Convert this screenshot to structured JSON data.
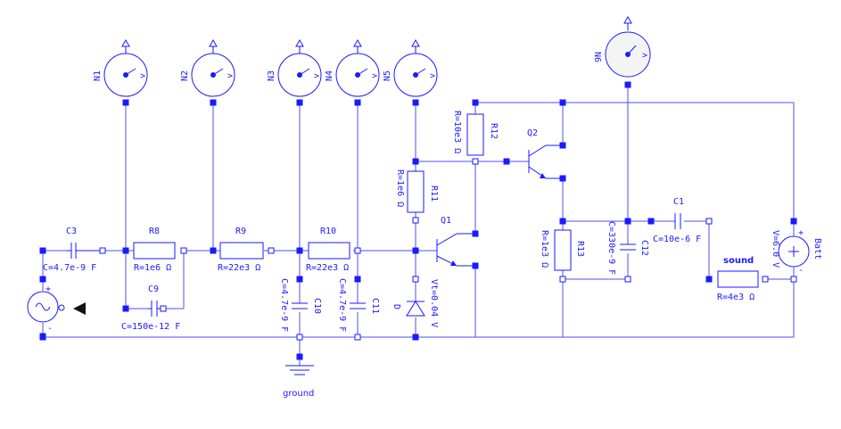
{
  "components": {
    "N1": {
      "name": "N1"
    },
    "N2": {
      "name": "N2"
    },
    "N3": {
      "name": "N3"
    },
    "N4": {
      "name": "N4"
    },
    "N5": {
      "name": "N5"
    },
    "N6": {
      "name": "N6"
    },
    "C3": {
      "name": "C3",
      "value": "C=4.7e-9 F"
    },
    "C9": {
      "name": "C9",
      "value": "C=150e-12 F"
    },
    "C10": {
      "name": "C10",
      "value": "C=4.7e-9 F"
    },
    "C11": {
      "name": "C11",
      "value": "C=4.7e-9 F"
    },
    "C12": {
      "name": "C12",
      "value": "C=330e-9 F"
    },
    "C1": {
      "name": "C1",
      "value": "C=10e-6 F"
    },
    "R8": {
      "name": "R8",
      "value": "R=1e6 Ω"
    },
    "R9": {
      "name": "R9",
      "value": "R=22e3 Ω"
    },
    "R10": {
      "name": "R10",
      "value": "R=22e3 Ω"
    },
    "R11": {
      "name": "R11",
      "value": "R=1e6 Ω"
    },
    "R12": {
      "name": "R12",
      "value": "R=10e3 Ω"
    },
    "R13": {
      "name": "R13",
      "value": "R=1e3 Ω"
    },
    "Q1": {
      "name": "Q1"
    },
    "Q2": {
      "name": "Q2"
    },
    "D": {
      "name": "D",
      "value": "Vt=0.04 V"
    },
    "sound": {
      "name": "sound",
      "value": "R=4e3 Ω"
    },
    "Batt": {
      "name": "Batt",
      "value": "V=6.0 V"
    },
    "ground": {
      "name": "ground"
    }
  },
  "colors": {
    "wire": "#4f4fef",
    "component": "#1a1aff",
    "pin": "#1a1aff"
  }
}
